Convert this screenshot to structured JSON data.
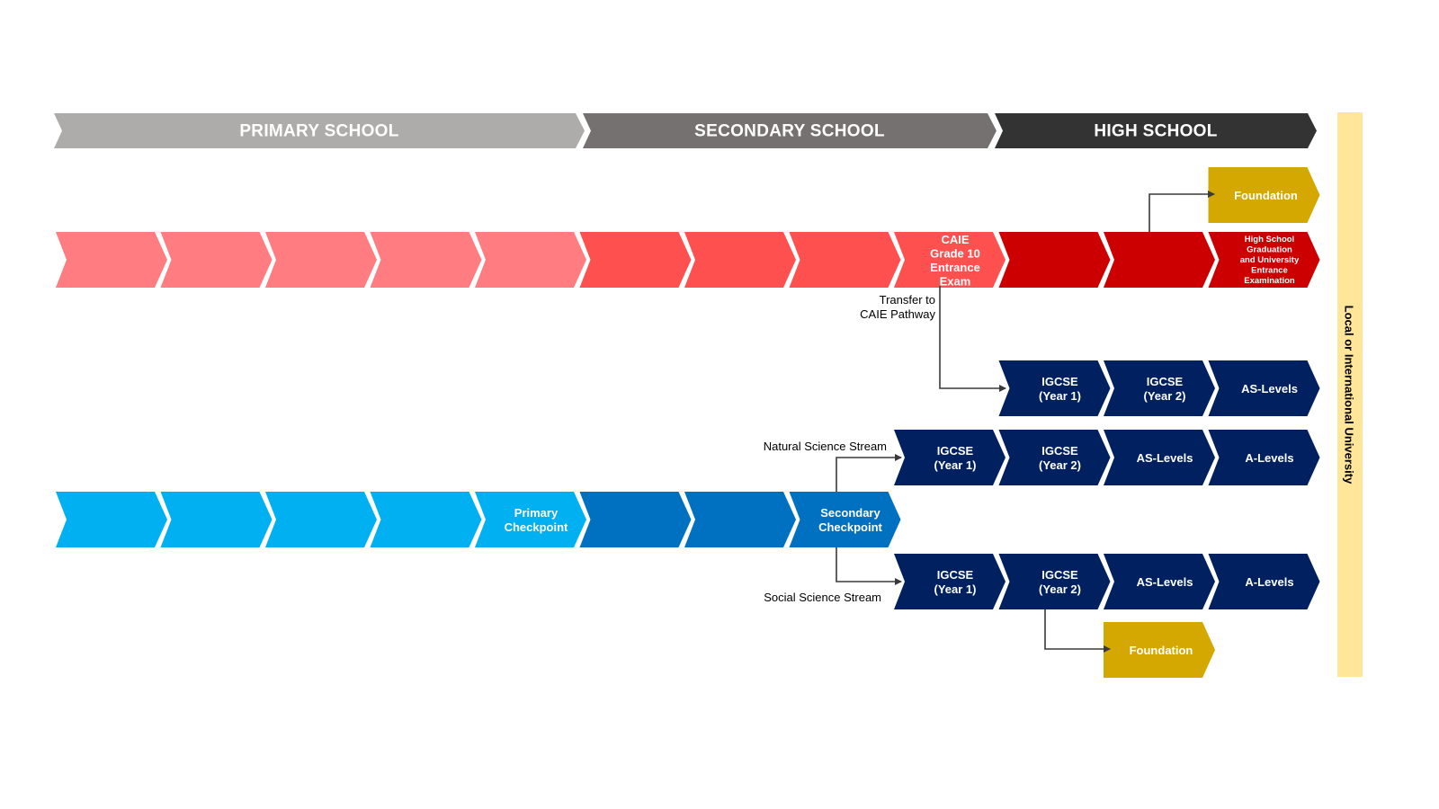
{
  "colors": {
    "primary_header": "#aeacab",
    "secondary_header": "#767171",
    "high_header": "#333333",
    "national_primary": "#ff7c80",
    "national_secondary": "#ff5050",
    "national_high": "#cc0000",
    "caie_primary": "#00b0f0",
    "caie_secondary": "#0070c0",
    "caie_high": "#002060",
    "foundation": "#d4a800",
    "university_bar": "#ffe699",
    "connector": "#3a3a3a"
  },
  "headers": [
    {
      "label": "PRIMARY SCHOOL"
    },
    {
      "label": "SECONDARY SCHOOL"
    },
    {
      "label": "HIGH SCHOOL"
    }
  ],
  "university": {
    "label": "Local or International University"
  },
  "national_track": {
    "steps": [
      "",
      "",
      "",
      "",
      "",
      "",
      "",
      "",
      "CAIE\nGrade 10\nEntrance\nExam",
      "",
      "",
      "High School\nGraduation\nand University\nEntrance\nExamination"
    ],
    "foundation": "Foundation",
    "transfer_note": "Transfer to\nCAIE Pathway"
  },
  "transfer_track": {
    "steps": [
      "IGCSE\n(Year 1)",
      "IGCSE\n(Year 2)",
      "AS-Levels"
    ]
  },
  "caie_track": {
    "steps": [
      "",
      "",
      "",
      "",
      "Primary\nCheckpoint",
      "",
      "",
      "Secondary\nCheckpoint"
    ]
  },
  "natural_stream": {
    "label": "Natural Science Stream",
    "steps": [
      "IGCSE\n(Year 1)",
      "IGCSE\n(Year 2)",
      "AS-Levels",
      "A-Levels"
    ]
  },
  "social_stream": {
    "label": "Social Science Stream",
    "steps": [
      "IGCSE\n(Year 1)",
      "IGCSE\n(Year 2)",
      "AS-Levels",
      "A-Levels"
    ],
    "foundation": "Foundation"
  }
}
